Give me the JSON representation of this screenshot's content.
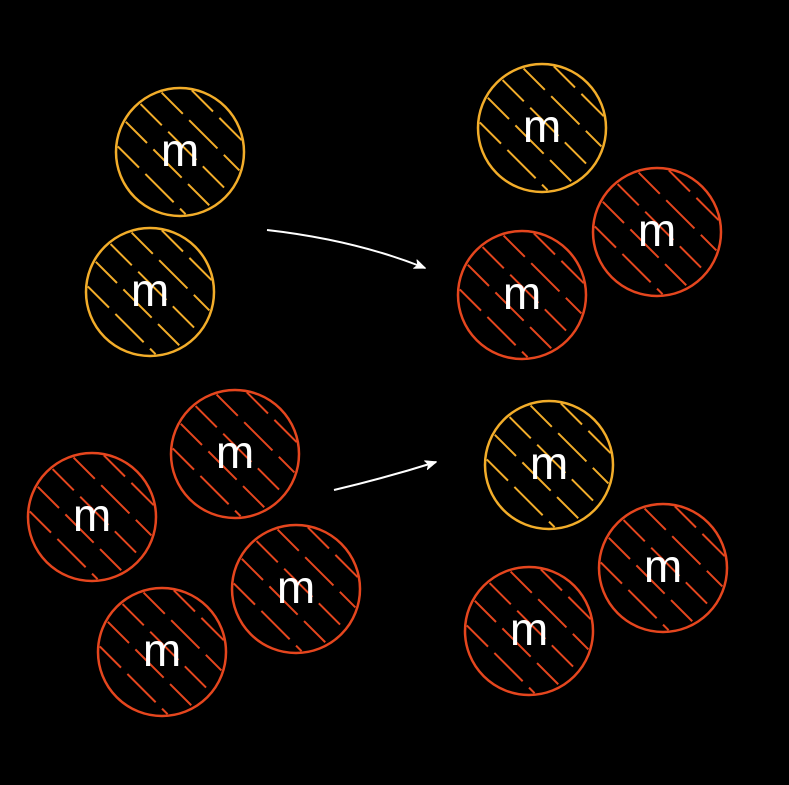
{
  "diagram": {
    "background": "#000000",
    "colors": {
      "yellow": "#f2ad2a",
      "red": "#e5461e",
      "arrow": "#ffffff"
    },
    "label": "m",
    "groups": [
      {
        "name": "top-left-group",
        "balls": [
          {
            "color": "yellow",
            "label": "m"
          },
          {
            "color": "yellow",
            "label": "m"
          }
        ]
      },
      {
        "name": "top-right-group",
        "balls": [
          {
            "color": "yellow",
            "label": "m"
          },
          {
            "color": "red",
            "label": "m"
          },
          {
            "color": "red",
            "label": "m"
          }
        ]
      },
      {
        "name": "bottom-left-group",
        "balls": [
          {
            "color": "red",
            "label": "m"
          },
          {
            "color": "red",
            "label": "m"
          },
          {
            "color": "red",
            "label": "m"
          },
          {
            "color": "red",
            "label": "m"
          }
        ]
      },
      {
        "name": "bottom-right-group",
        "balls": [
          {
            "color": "yellow",
            "label": "m"
          },
          {
            "color": "red",
            "label": "m"
          },
          {
            "color": "red",
            "label": "m"
          }
        ]
      }
    ],
    "arrows": [
      {
        "name": "arrow-top",
        "from": "top-left-group",
        "to": "top-right-group"
      },
      {
        "name": "arrow-bottom",
        "from": "bottom-left-group",
        "to": "bottom-right-group"
      }
    ]
  }
}
